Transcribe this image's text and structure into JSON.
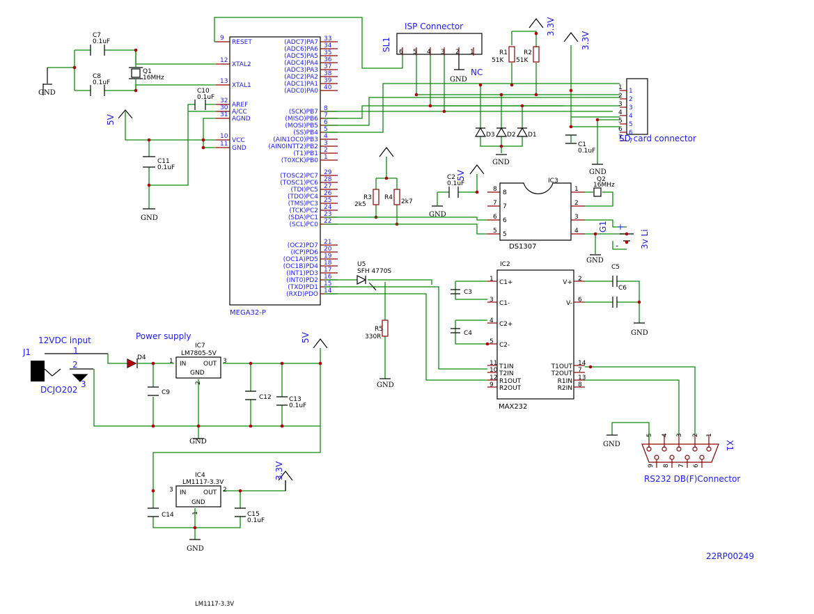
{
  "mcu": {
    "name": "MEGA32-P",
    "left_pins": [
      {
        "num": "9",
        "name": "RESET"
      },
      {
        "num": "12",
        "name": "XTAL2"
      },
      {
        "num": "13",
        "name": "XTAL1"
      },
      {
        "num": "32",
        "name": "AREF"
      },
      {
        "num": "30",
        "name": "A/CC"
      },
      {
        "num": "31",
        "name": "AGND"
      },
      {
        "num": "10",
        "name": "VCC"
      },
      {
        "num": "11",
        "name": "GND"
      }
    ],
    "right_pins": [
      {
        "num": "33",
        "name": "(ADC7)PA7"
      },
      {
        "num": "34",
        "name": "(ADC6)PA6"
      },
      {
        "num": "35",
        "name": "(ADC5)PA5"
      },
      {
        "num": "36",
        "name": "(ADC4)PA4"
      },
      {
        "num": "37",
        "name": "(ADC3)PA3"
      },
      {
        "num": "38",
        "name": "(ADC2)PA2"
      },
      {
        "num": "39",
        "name": "(ADC1)PA1"
      },
      {
        "num": "40",
        "name": "(ADC0)PA0"
      },
      {
        "num": "8",
        "name": "(SCK)PB7"
      },
      {
        "num": "7",
        "name": "(MISO)PB6"
      },
      {
        "num": "6",
        "name": "(MOSI)PB5"
      },
      {
        "num": "5",
        "name": "(SS)PB4"
      },
      {
        "num": "4",
        "name": "(AIN1OC0)PB3"
      },
      {
        "num": "3",
        "name": "(AIN0INTT2)PB2"
      },
      {
        "num": "2",
        "name": "(T1)PB1"
      },
      {
        "num": "1",
        "name": "(T0XCK)PB0"
      },
      {
        "num": "29",
        "name": "(TOSC2)PC7"
      },
      {
        "num": "28",
        "name": "(TOSC1)PC6"
      },
      {
        "num": "27",
        "name": "(TDI)PC5"
      },
      {
        "num": "26",
        "name": "(TDO)PC4"
      },
      {
        "num": "25",
        "name": "(TMS)PC3"
      },
      {
        "num": "24",
        "name": "(TCK)PC2"
      },
      {
        "num": "23",
        "name": "(SDA)PC1"
      },
      {
        "num": "22",
        "name": "(SCL)PC0"
      },
      {
        "num": "21",
        "name": "(OC2)PD7"
      },
      {
        "num": "20",
        "name": "(ICP)PD6"
      },
      {
        "num": "19",
        "name": "(OC1A)PD5"
      },
      {
        "num": "18",
        "name": "(OC1B)PD4"
      },
      {
        "num": "17",
        "name": "(INT1)PD3"
      },
      {
        "num": "16",
        "name": "(INT0)PD2"
      },
      {
        "num": "15",
        "name": "(TXD)PD1"
      },
      {
        "num": "14",
        "name": "(RXD)PDO"
      }
    ]
  },
  "isp": {
    "title": "ISP Connector",
    "ref": "SL1",
    "pins": [
      "6",
      "5",
      "4",
      "3",
      "2",
      "1"
    ],
    "nc": "NC",
    "gnd": "GND"
  },
  "sd": {
    "label": "SD card connector",
    "pins_outer": [
      "1",
      "2",
      "3",
      "4",
      "5",
      "6",
      "7"
    ],
    "pins_inner": [
      "1",
      "2",
      "3",
      "4",
      "5",
      "6",
      "7"
    ]
  },
  "crystal_q1": {
    "ref": "Q1",
    "value": "16MHz"
  },
  "caps": {
    "c7": {
      "ref": "C7",
      "value": "0.1uF"
    },
    "c8": {
      "ref": "C8",
      "value": "0.1uF"
    },
    "c10": {
      "ref": "C10",
      "value": "0.1uF"
    },
    "c11": {
      "ref": "C11",
      "value": "0.1uF"
    },
    "c1": {
      "ref": "C1",
      "value": "0.1uF"
    },
    "c2": {
      "ref": "C2",
      "value": "0.1uF"
    },
    "c13": {
      "ref": "C13",
      "value": "0.1uF"
    },
    "c15": {
      "ref": "C15",
      "value": "0.1uF"
    }
  },
  "res": {
    "r1": {
      "ref": "R1",
      "value": "51K"
    },
    "r2": {
      "ref": "R2",
      "value": "51K"
    },
    "r3": {
      "ref": "R3",
      "value": "2k5"
    },
    "r4": {
      "ref": "R4",
      "value": "2k7"
    },
    "r5": {
      "ref": "R5",
      "value": "330R"
    }
  },
  "diodes": {
    "d1": "D1",
    "d2": "D2",
    "d3": "D3",
    "d4": "D4"
  },
  "rtc": {
    "ref": "IC3",
    "name": "DS1307",
    "pins": [
      "8",
      "7",
      "6",
      "5",
      "1",
      "2",
      "3",
      "4"
    ]
  },
  "q2": {
    "ref": "Q2",
    "value": "16MHz"
  },
  "battery": {
    "ref": "G1",
    "value": "3v Li",
    "plus": "+",
    "minus": "-"
  },
  "opto": {
    "ref": "U5",
    "part": "SFH 4770S"
  },
  "max232": {
    "ref": "IC2",
    "name": "MAX232",
    "left_pins": [
      {
        "num": "1",
        "name": "C1+"
      },
      {
        "num": "3",
        "name": "C1-"
      },
      {
        "num": "4",
        "name": "C2+"
      },
      {
        "num": "5",
        "name": "C2-"
      },
      {
        "num": "11",
        "name": "T1IN"
      },
      {
        "num": "10",
        "name": "T2IN"
      },
      {
        "num": "12",
        "name": "R1OUT"
      },
      {
        "num": "9",
        "name": "R2OUT"
      }
    ],
    "right_pins": [
      {
        "num": "2",
        "name": "V+"
      },
      {
        "num": "6",
        "name": "V-"
      },
      {
        "num": "14",
        "name": "T1OUT"
      },
      {
        "num": "7",
        "name": "T2OUT"
      },
      {
        "num": "13",
        "name": "R1IN"
      },
      {
        "num": "8",
        "name": "R2IN"
      }
    ],
    "caps": [
      "C3",
      "C4",
      "C5",
      "C6"
    ]
  },
  "db9": {
    "ref": "X1",
    "label": "RS232 DB(F)Connector",
    "top_pins": [
      "5",
      "4",
      "3",
      "2",
      "1"
    ],
    "bottom_pins": [
      "9",
      "8",
      "7",
      "6"
    ]
  },
  "power": {
    "input_label": "12VDC input",
    "jack_ref": "J1",
    "jack_part": "DCJO202",
    "jack_pins": [
      "1",
      "2",
      "3"
    ],
    "section_label": "Power supply",
    "ic7": {
      "ref": "IC7",
      "part": "LM7805-5V",
      "in": "IN",
      "out": "OUT",
      "gnd": "GND",
      "pin_in": "1",
      "pin_out": "3",
      "pin_gnd": "2"
    },
    "ic4": {
      "ref": "IC4",
      "part": "LM1117-3.3V",
      "in": "IN",
      "out": "OUT",
      "gnd": "GND",
      "pin_in": "3",
      "pin_out": "2",
      "pin_gnd": "1"
    },
    "c9": "C9",
    "c12": "C12",
    "c14": "C14"
  },
  "rails": {
    "v5": "5V",
    "v33": "3.3V",
    "gnd": "GND"
  },
  "footer": {
    "code": "22RP00249",
    "stray": "LM1117-3.3V"
  }
}
